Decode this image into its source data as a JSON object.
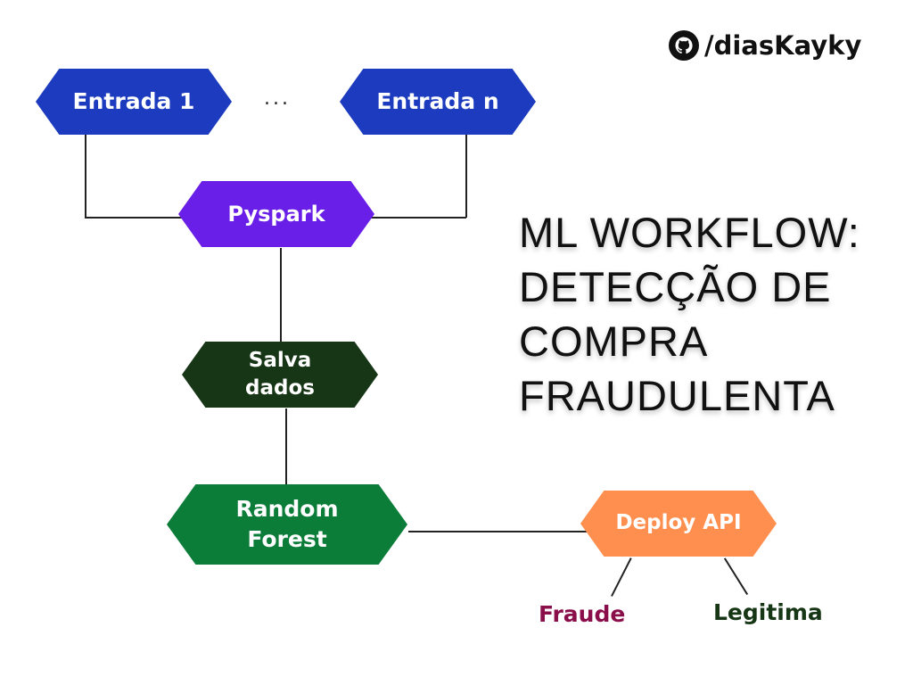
{
  "brand": {
    "handle": "/diasKayky",
    "icon": "github-icon"
  },
  "title": {
    "line1": "ML WORKFLOW:",
    "line2": "DETECÇÃO DE",
    "line3": "COMPRA",
    "line4": "FRAUDULENTA"
  },
  "nodes": {
    "entrada_1": "Entrada 1",
    "ellipsis": "...",
    "entrada_n": "Entrada n",
    "pyspark": "Pyspark",
    "salva_dados_line1": "Salva",
    "salva_dados_line2": "dados",
    "random_forest_line1": "Random",
    "random_forest_line2": "Forest",
    "deploy_api": "Deploy API"
  },
  "outputs": {
    "fraude": "Fraude",
    "legitima": "Legitima"
  },
  "colors": {
    "entrada": "#1c3bbf",
    "pyspark": "#6a1fe8",
    "salva_dados": "#163616",
    "random_forest": "#0b7d39",
    "deploy_api": "#ff8f4f",
    "fraude": "#8a0e4a",
    "legitima": "#163616"
  }
}
